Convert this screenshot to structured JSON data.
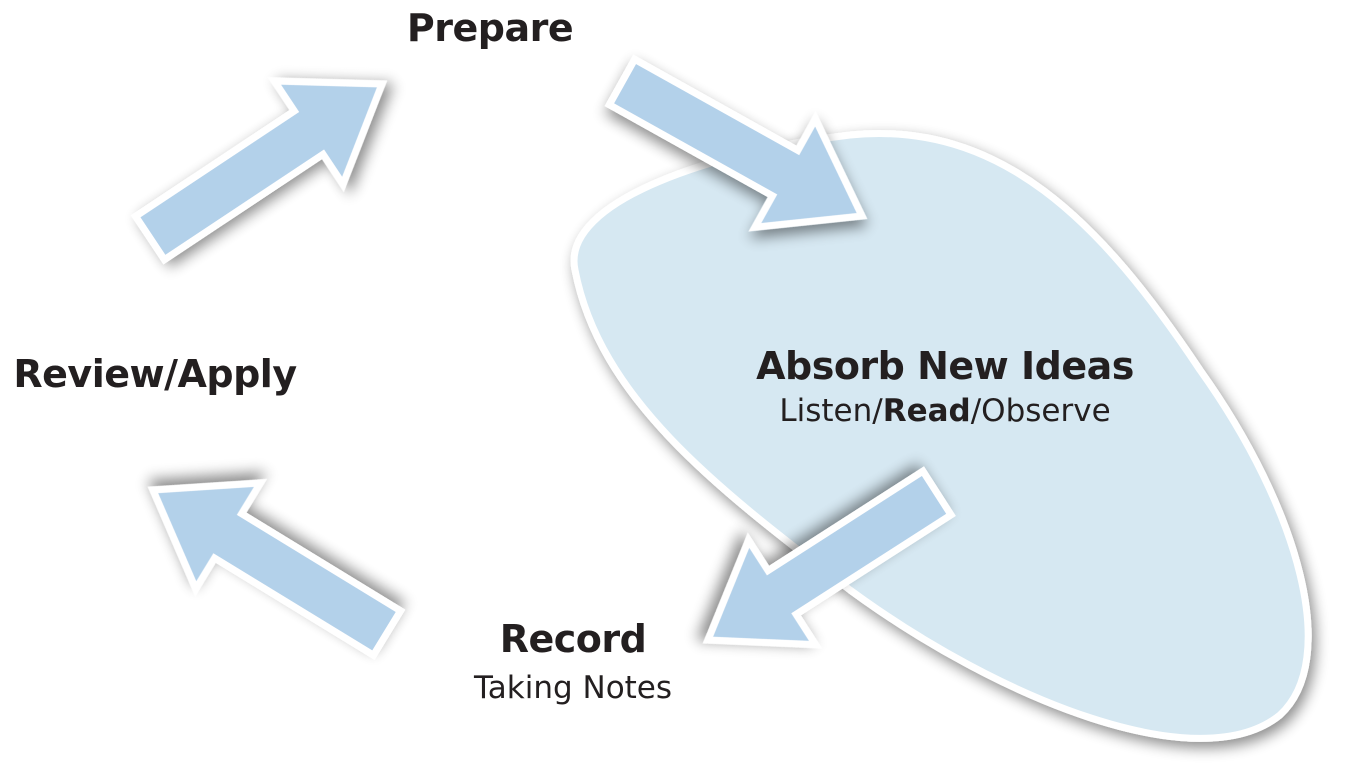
{
  "colors": {
    "arrow_fill": "#b3d1ea",
    "blob_fill": "#d6e8f2",
    "outline": "#ffffff",
    "text": "#231f20"
  },
  "steps": {
    "prepare": {
      "title": "Prepare"
    },
    "absorb": {
      "title": "Absorb New Ideas",
      "sub_before": "Listen/",
      "sub_bold": "Read",
      "sub_after": "/Observe"
    },
    "record": {
      "title": "Record",
      "sub": "Taking Notes"
    },
    "review": {
      "title": "Review/Apply"
    }
  }
}
